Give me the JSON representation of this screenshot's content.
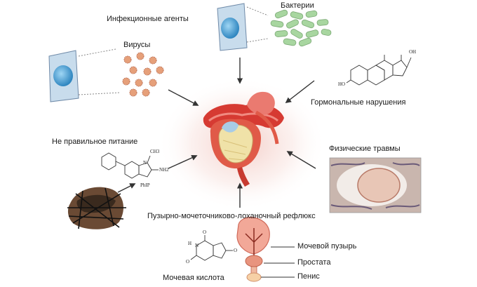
{
  "labels": {
    "infectious_agents": "Инфекционные агенты",
    "bacteria": "Бактерии",
    "viruses": "Вирусы",
    "hormonal_disorders": "Гормональные нарушения",
    "poor_nutrition": "Не правильное питание",
    "physical_trauma": "Физические травмы",
    "reflux": "Пузырно-мочеточниково-лоханочный рефлюкс",
    "bladder": "Мочевой пузырь",
    "prostate": "Простата",
    "penis": "Пенис",
    "uric_acid": "Мочевая кислота"
  },
  "chem": {
    "steroid_oh": "OH",
    "steroid_ho": "HO",
    "phip_ch3": "CH3",
    "phip_n": "N",
    "phip_nh2": "NH2",
    "phip_name": "PhIP",
    "uric_o": "O",
    "uric_h": "H",
    "uric_n": "N"
  },
  "colors": {
    "cell_fill": "#c8dcec",
    "nucleus": "#3a96cc",
    "bacteria": "#a8d6a0",
    "virus": "#e6a07a",
    "organ_red": "#d63a32",
    "arrow": "#333333"
  }
}
